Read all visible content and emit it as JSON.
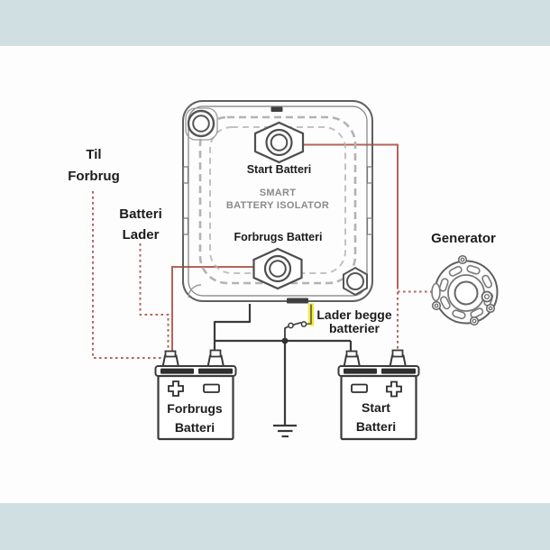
{
  "colors": {
    "band": "#cfdfe2",
    "paper": "#fdfdfd",
    "wire_positive": "#b5635a",
    "wire_negative": "#3a3a3a",
    "outline": "#606060",
    "highlight": "#f2ea3a"
  },
  "labels": {
    "til_forbrug": {
      "line1": "Til",
      "line2": "Forbrug"
    },
    "batteri_lader": {
      "line1": "Batteri",
      "line2": "Lader"
    },
    "generator": "Generator",
    "lader_begge": {
      "line1": "Lader begge",
      "line2": "batterier"
    }
  },
  "isolator": {
    "brand_line1": "SMART",
    "brand_line2": "BATTERY ISOLATOR",
    "terminal_top_label": "Start Batteri",
    "terminal_bottom_label": "Forbrugs Batteri"
  },
  "batteries": {
    "consumer": {
      "line1": "Forbrugs",
      "line2": "Batteri"
    },
    "starter": {
      "line1": "Start",
      "line2": "Batteri"
    }
  }
}
